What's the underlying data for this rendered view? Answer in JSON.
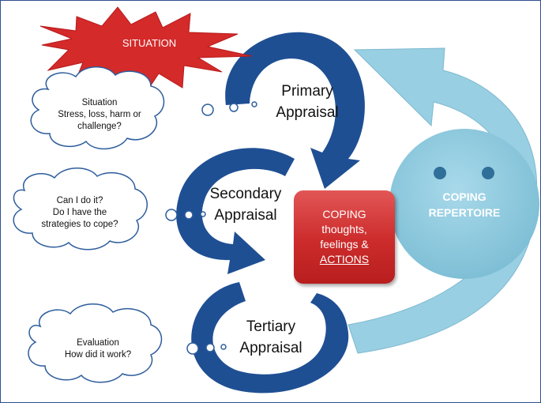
{
  "situation_burst": {
    "label": "SITUATION"
  },
  "stages": {
    "primary": {
      "line1": "Primary",
      "line2": "Appraisal"
    },
    "secondary": {
      "line1": "Secondary",
      "line2": "Appraisal"
    },
    "tertiary": {
      "line1": "Tertiary",
      "line2": "Appraisal"
    }
  },
  "clouds": {
    "situation": {
      "line1": "Situation",
      "line2": "Stress, loss, harm or",
      "line3": "challenge?"
    },
    "can_i": {
      "line1": "Can I do it?",
      "line2": "Do I have the",
      "line3": "strategies to cope?"
    },
    "evaluation": {
      "line1": "Evaluation",
      "line2": "How did it work?"
    }
  },
  "coping_box": {
    "line1": "COPING",
    "line2": "thoughts,",
    "line3": "feelings &",
    "line4": "ACTIONS"
  },
  "repertoire": {
    "line1": "COPING",
    "line2": "REPERTOIRE"
  },
  "colors": {
    "arrow_blue": "#1f4f93",
    "light_blue": "#92cde0",
    "face_blue": "#8ecadf",
    "red_box": "#cc2b2b",
    "burst": "#d42a2a"
  },
  "icons": {
    "burst": "explosion-burst-shape",
    "cloud": "thought-cloud-shape",
    "face": "smiley-face-circle"
  }
}
